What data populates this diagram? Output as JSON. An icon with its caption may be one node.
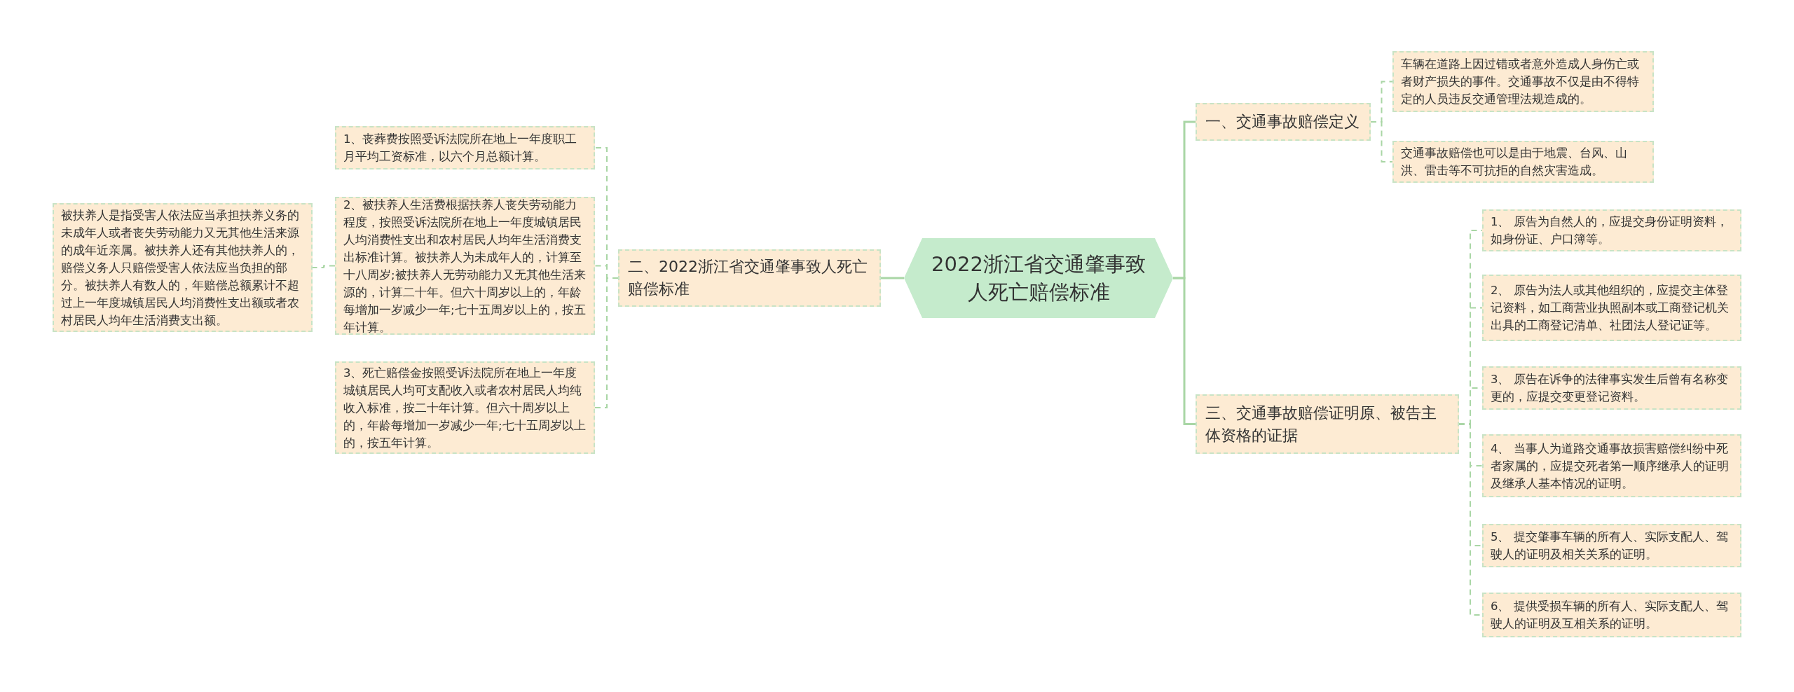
{
  "diagram": {
    "nodes": [
      {
        "text": [
          "2022浙江省交通肇事致人死亡赔偿标准"
        ]
      },
      {
        "text": [
          "一、交通事故赔偿定义"
        ]
      },
      {
        "text": [
          "车辆在道路上因过错或者意外造成人身伤亡或者财产损失的事件。交通事故不仅是由不得特定的人员违反交通管理法规造成的。"
        ]
      },
      {
        "text": [
          "交通事故赔偿也可以是由于地震、台风、山洪、雷击等不可抗拒的自然灾害造成。"
        ]
      },
      {
        "text": [
          "二、2022浙江省交通肇事致人死亡赔偿标准"
        ]
      },
      {
        "text": [
          "1、丧葬费按照受诉法院所在地上一年度职工月平均工资标准，以六个月总额计算。"
        ]
      },
      {
        "text": [
          "2、被扶养人生活费根据扶养人丧失劳动能力程度，按照受诉法院所在地上一年度城镇居民人均消费性支出和农村居民人均年生活消费支出标准计算。被扶养人为未成年人的，计算至十八周岁;被扶养人无劳动能力又无其他生活来源的，计算二十年。但六十周岁以上的，年龄每增加一岁减少一年;七十五周岁以上的，按五年计算。"
        ]
      },
      {
        "text": [
          "被扶养人是指受害人依法应当承担扶养义务的未成年人或者丧失劳动能力又无其他生活来源的成年近亲属。被扶养人还有其他扶养人的，赔偿义务人只赔偿受害人依法应当负担的部分。被扶养人有数人的，年赔偿总额累计不超过上一年度城镇居民人均消费性支出额或者农村居民人均年生活消费支出额。"
        ]
      },
      {
        "text": [
          "3、死亡赔偿金按照受诉法院所在地上一年度城镇居民人均可支配收入或者农村居民人均纯收入标准，按二十年计算。但六十周岁以上的，年龄每增加一岁减少一年;七十五周岁以上的，按五年计算。"
        ]
      },
      {
        "text": [
          "三、交通事故赔偿证明原、被告主体资格的证据"
        ]
      },
      {
        "text": [
          "1、 原告为自然人的，应提交身份证明资料，如身份证、户口簿等。"
        ]
      },
      {
        "text": [
          "2、 原告为法人或其他组织的，应提交主体登记资料，如工商营业执照副本或工商登记机关出具的工商登记清单、社团法人登记证等。"
        ]
      },
      {
        "text": [
          "3、 原告在诉争的法律事实发生后曾有名称变更的，应提交变更登记资料。"
        ]
      },
      {
        "text": [
          "4、 当事人为道路交通事故损害赔偿纠纷中死者家属的，应提交死者第一顺序继承人的证明及继承人基本情况的证明。"
        ]
      },
      {
        "text": [
          "5、 提交肇事车辆的所有人、实际支配人、驾驶人的证明及相关关系的证明。"
        ]
      },
      {
        "text": [
          "6、 提供受损车辆的所有人、实际支配人、驾驶人的证明及互相关系的证明。"
        ]
      }
    ],
    "edges": [
      {
        "from": 0,
        "to": 1,
        "arrow": "none"
      },
      {
        "from": 1,
        "to": 2,
        "arrow": "none",
        "style": "dashed"
      },
      {
        "from": 1,
        "to": 3,
        "arrow": "none",
        "style": "dashed"
      },
      {
        "from": 0,
        "to": 4,
        "arrow": "none"
      },
      {
        "from": 4,
        "to": 5,
        "arrow": "none",
        "style": "dashed"
      },
      {
        "from": 4,
        "to": 6,
        "arrow": "none",
        "style": "dashed"
      },
      {
        "from": 6,
        "to": 7,
        "arrow": "none",
        "style": "dashed"
      },
      {
        "from": 4,
        "to": 8,
        "arrow": "none",
        "style": "dashed"
      },
      {
        "from": 0,
        "to": 9,
        "arrow": "none"
      },
      {
        "from": 9,
        "to": 10,
        "arrow": "none",
        "style": "dashed"
      },
      {
        "from": 9,
        "to": 11,
        "arrow": "none",
        "style": "dashed"
      },
      {
        "from": 9,
        "to": 12,
        "arrow": "none",
        "style": "dashed"
      },
      {
        "from": 9,
        "to": 13,
        "arrow": "none",
        "style": "dashed"
      },
      {
        "from": 9,
        "to": 14,
        "arrow": "none",
        "style": "dashed"
      },
      {
        "from": 9,
        "to": 15,
        "arrow": "none",
        "style": "dashed"
      }
    ]
  }
}
